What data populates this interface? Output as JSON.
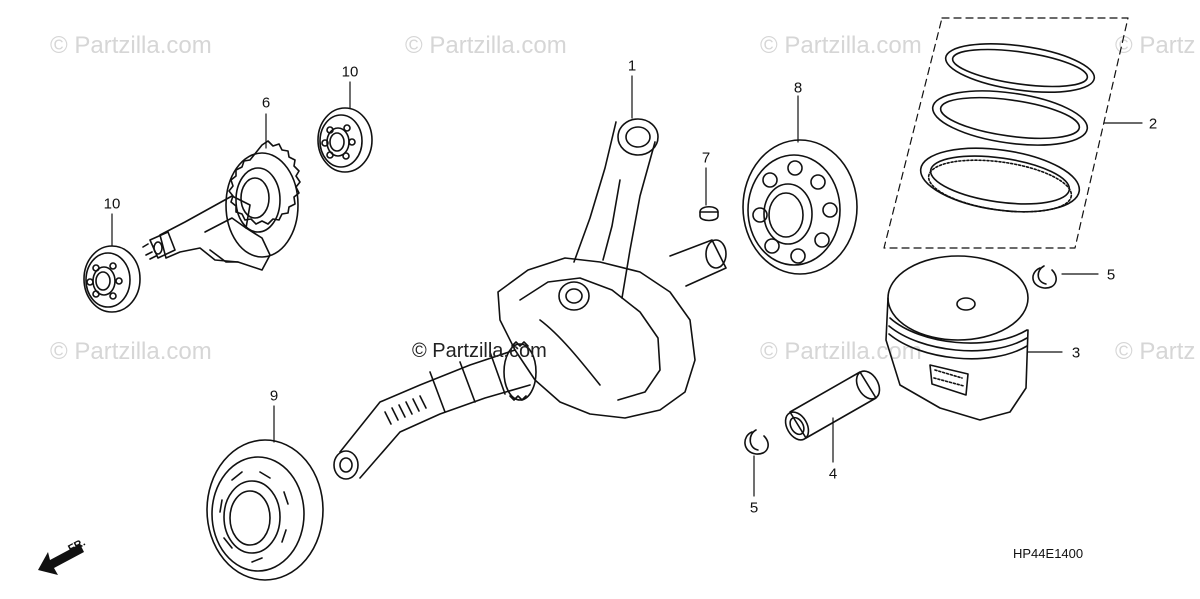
{
  "watermarks": {
    "text": "© Partzilla.com",
    "text_cut": "© Partz",
    "center_text": "© Partzilla.com"
  },
  "callouts": {
    "c1": "1",
    "c2": "2",
    "c3": "3",
    "c4": "4",
    "c5a": "5",
    "c5b": "5",
    "c6": "6",
    "c7": "7",
    "c8": "8",
    "c9": "9",
    "c10a": "10",
    "c10b": "10"
  },
  "diagram_code": "HP44E1400",
  "front_arrow": {
    "label": "FR.",
    "icon": "front-direction-arrow-icon"
  },
  "colors": {
    "line": "#111111",
    "watermark": "#d6d6d6"
  }
}
